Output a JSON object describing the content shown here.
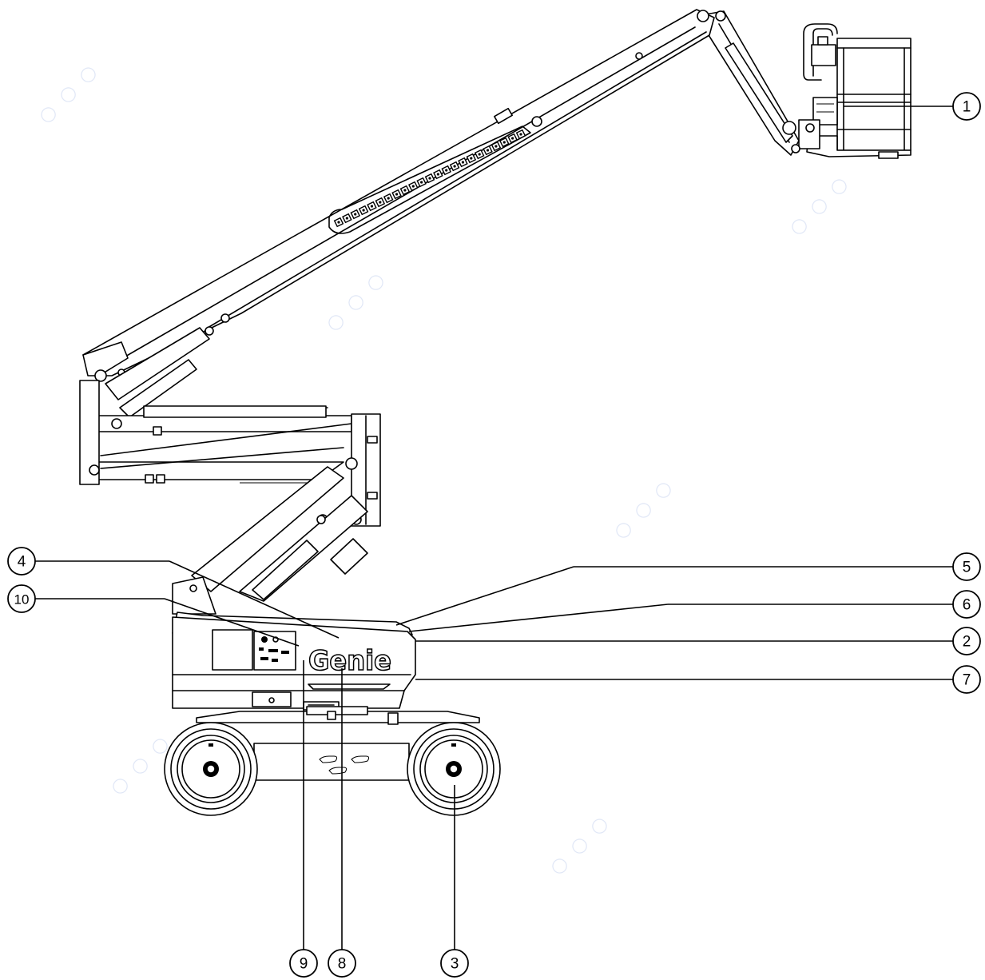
{
  "diagram": {
    "logo_text": "Genie",
    "callouts": [
      {
        "id": "1",
        "label": "1"
      },
      {
        "id": "2",
        "label": "2"
      },
      {
        "id": "3",
        "label": "3"
      },
      {
        "id": "4",
        "label": "4"
      },
      {
        "id": "5",
        "label": "5"
      },
      {
        "id": "6",
        "label": "6"
      },
      {
        "id": "7",
        "label": "7"
      },
      {
        "id": "8",
        "label": "8"
      },
      {
        "id": "9",
        "label": "9"
      },
      {
        "id": "10",
        "label": "10"
      }
    ]
  },
  "colors": {
    "line": "#000000",
    "background": "#ffffff"
  }
}
